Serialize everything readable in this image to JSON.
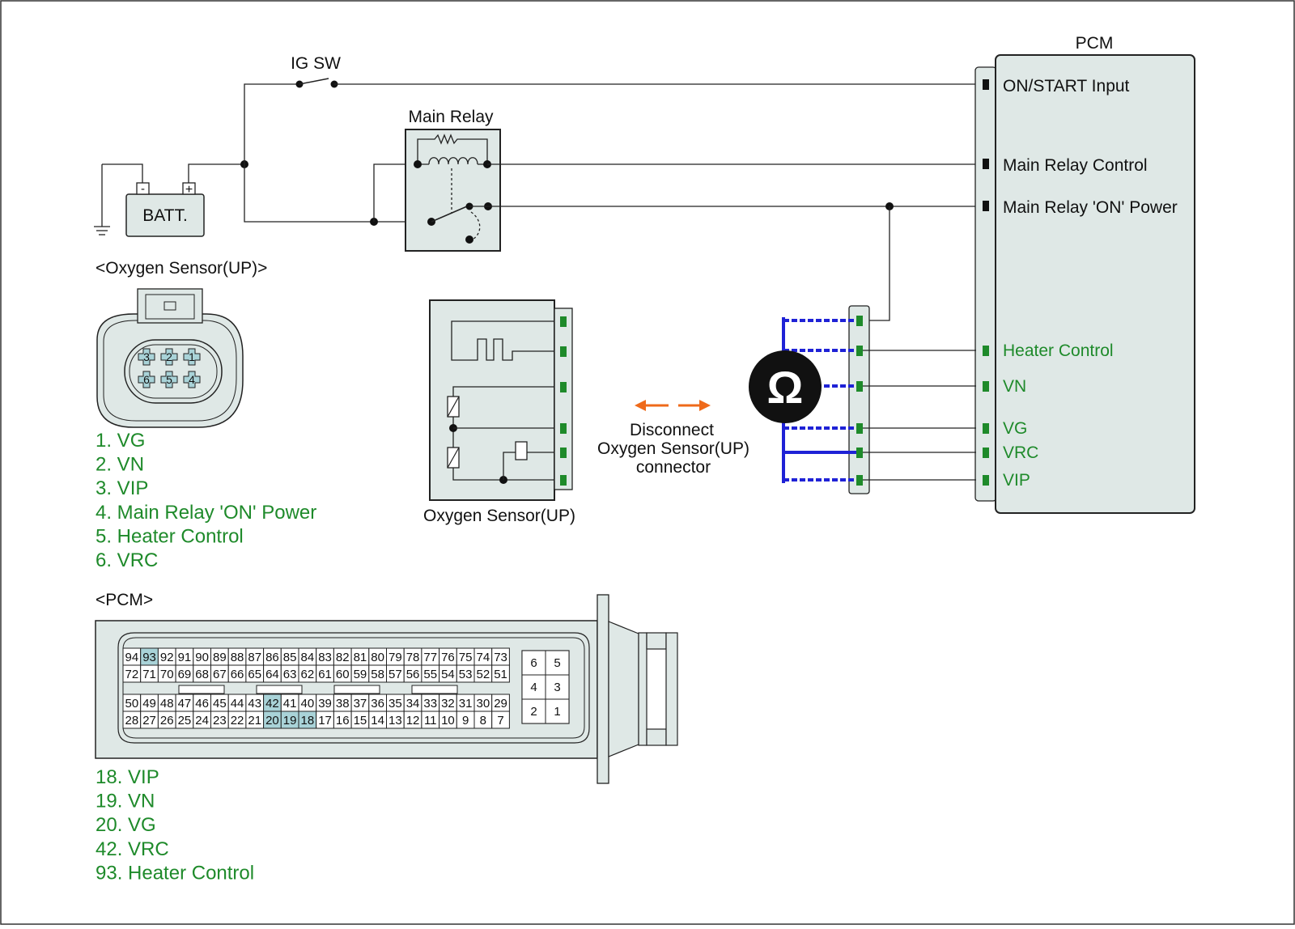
{
  "colors": {
    "panel_fill": "#dfe8e6",
    "signal_green": "#1e8a2a",
    "probe_blue": "#1f22d6",
    "arrow_orange": "#ef6a1a",
    "pin_highlight": "#a9d3d8"
  },
  "circuit": {
    "ig_switch_label": "IG SW",
    "battery_label": "BATT.",
    "battery_minus": "-",
    "battery_plus": "+",
    "main_relay_label": "Main Relay",
    "pcm_title": "PCM",
    "pcm_pins": {
      "on_start_input": "ON/START Input",
      "main_relay_control": "Main Relay Control",
      "main_relay_on_power": "Main Relay 'ON' Power",
      "heater_control": "Heater Control",
      "vn": "VN",
      "vg": "VG",
      "vrc": "VRC",
      "vip": "VIP"
    },
    "sensor_label": "Oxygen Sensor(UP)",
    "meter_symbol": "Ω",
    "disconnect_lines": [
      "Disconnect",
      "Oxygen Sensor(UP)",
      "connector"
    ]
  },
  "oxygen_sensor_connector": {
    "title": "<Oxygen Sensor(UP)>",
    "cavity_numbers_top": [
      "3",
      "2",
      "1"
    ],
    "cavity_numbers_bottom": [
      "6",
      "5",
      "4"
    ],
    "pinout": [
      "1. VG",
      "2. VN",
      "3. VIP",
      "4. Main Relay 'ON' Power",
      "5. Heater Control",
      "6. VRC"
    ]
  },
  "pcm_connector": {
    "title": "<PCM>",
    "row1": [
      "94",
      "93",
      "92",
      "91",
      "90",
      "89",
      "88",
      "87",
      "86",
      "85",
      "84",
      "83",
      "82",
      "81",
      "80",
      "79",
      "78",
      "77",
      "76",
      "75",
      "74",
      "73"
    ],
    "row2": [
      "72",
      "71",
      "70",
      "69",
      "68",
      "67",
      "66",
      "65",
      "64",
      "63",
      "62",
      "61",
      "60",
      "59",
      "58",
      "57",
      "56",
      "55",
      "54",
      "53",
      "52",
      "51"
    ],
    "row3": [
      "50",
      "49",
      "48",
      "47",
      "46",
      "45",
      "44",
      "43",
      "42",
      "41",
      "40",
      "39",
      "38",
      "37",
      "36",
      "35",
      "34",
      "33",
      "32",
      "31",
      "30",
      "29"
    ],
    "row4": [
      "28",
      "27",
      "26",
      "25",
      "24",
      "23",
      "22",
      "21",
      "20",
      "19",
      "18",
      "17",
      "16",
      "15",
      "14",
      "13",
      "12",
      "11",
      "10",
      "9",
      "8",
      "7"
    ],
    "small_block": [
      [
        "6",
        "5"
      ],
      [
        "4",
        "3"
      ],
      [
        "2",
        "1"
      ]
    ],
    "highlighted_pins": [
      "93",
      "42",
      "20",
      "19",
      "18"
    ],
    "pinout": [
      "18. VIP",
      "19. VN",
      "20. VG",
      "42. VRC",
      "93. Heater Control"
    ]
  }
}
